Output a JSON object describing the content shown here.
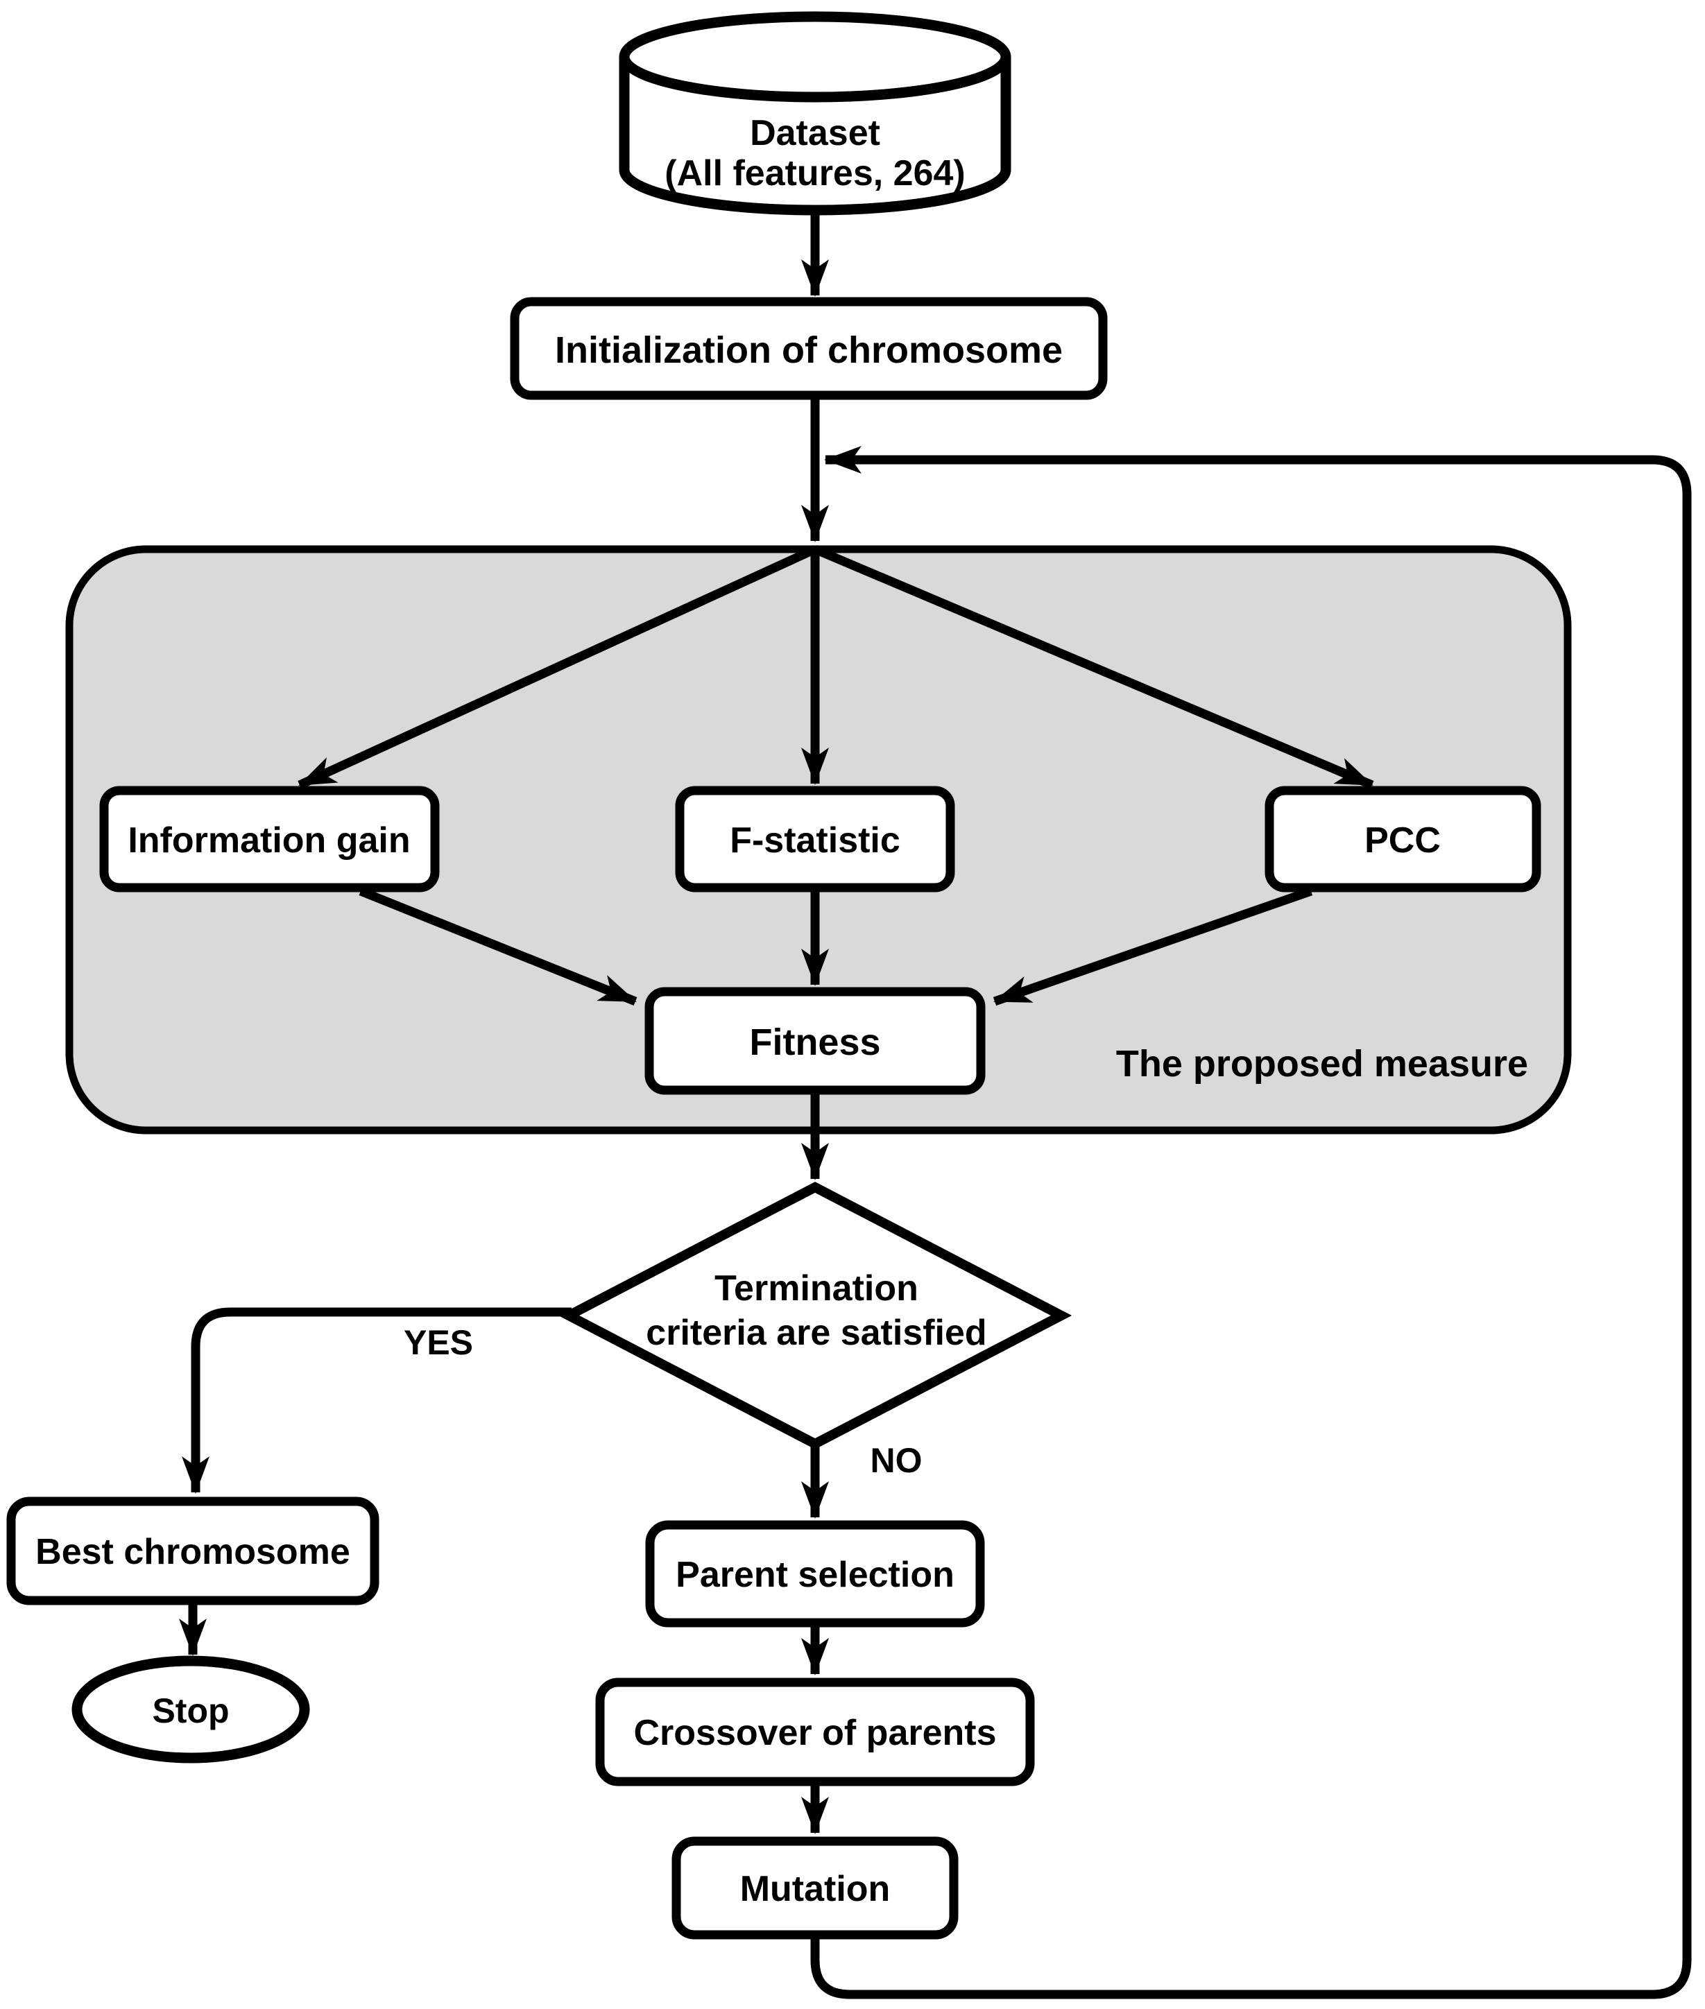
{
  "diagram": {
    "nodes": {
      "dataset": {
        "line1": "Dataset",
        "line2": "(All features, 264)"
      },
      "initialization": {
        "label": "Initialization of chromosome"
      },
      "information_gain": {
        "label": "Information gain"
      },
      "f_statistic": {
        "label": "F-statistic"
      },
      "pcc": {
        "label": "PCC"
      },
      "fitness": {
        "label": "Fitness"
      },
      "termination": {
        "line1": "Termination",
        "line2": "criteria are satisfied"
      },
      "best_chromosome": {
        "label": "Best chromosome"
      },
      "stop": {
        "label": "Stop"
      },
      "parent_selection": {
        "label": "Parent selection"
      },
      "crossover": {
        "label": "Crossover of parents"
      },
      "mutation": {
        "label": "Mutation"
      }
    },
    "edge_labels": {
      "yes": "YES",
      "no": "NO"
    },
    "region_label": "The proposed measure",
    "colors": {
      "line": "#000000",
      "region_fill": "#d9d9d9",
      "node_fill": "#ffffff",
      "background": "#ffffff"
    }
  }
}
